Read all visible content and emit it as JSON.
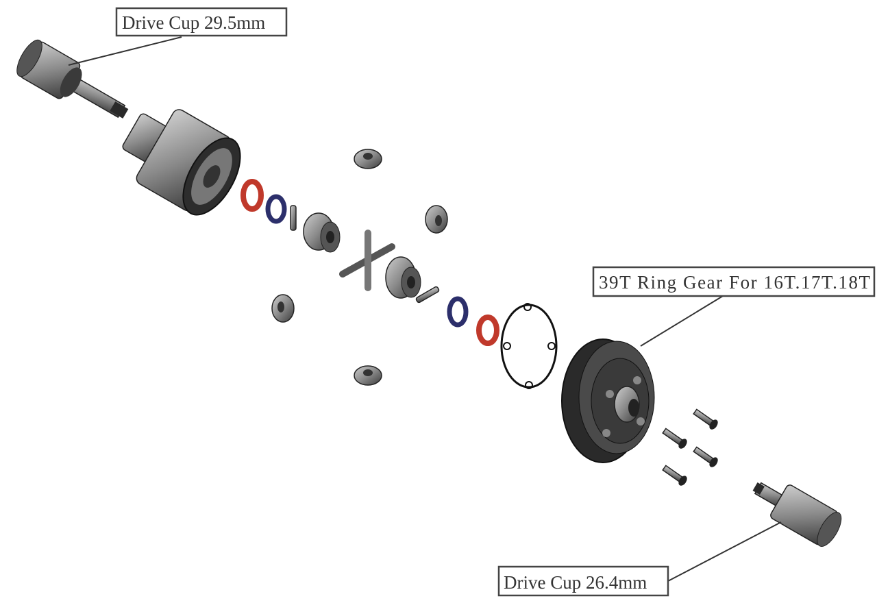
{
  "labels": {
    "drive_cup_left": "Drive Cup 29.5mm",
    "ring_gear": "39T Ring Gear For 16T.17T.18T",
    "drive_cup_right": "Drive Cup 26.4mm"
  },
  "colors": {
    "metal": "#8a8a8a",
    "o_ring": "#c0392b",
    "washer": "#2c2f6b",
    "gasket": "#111111"
  }
}
